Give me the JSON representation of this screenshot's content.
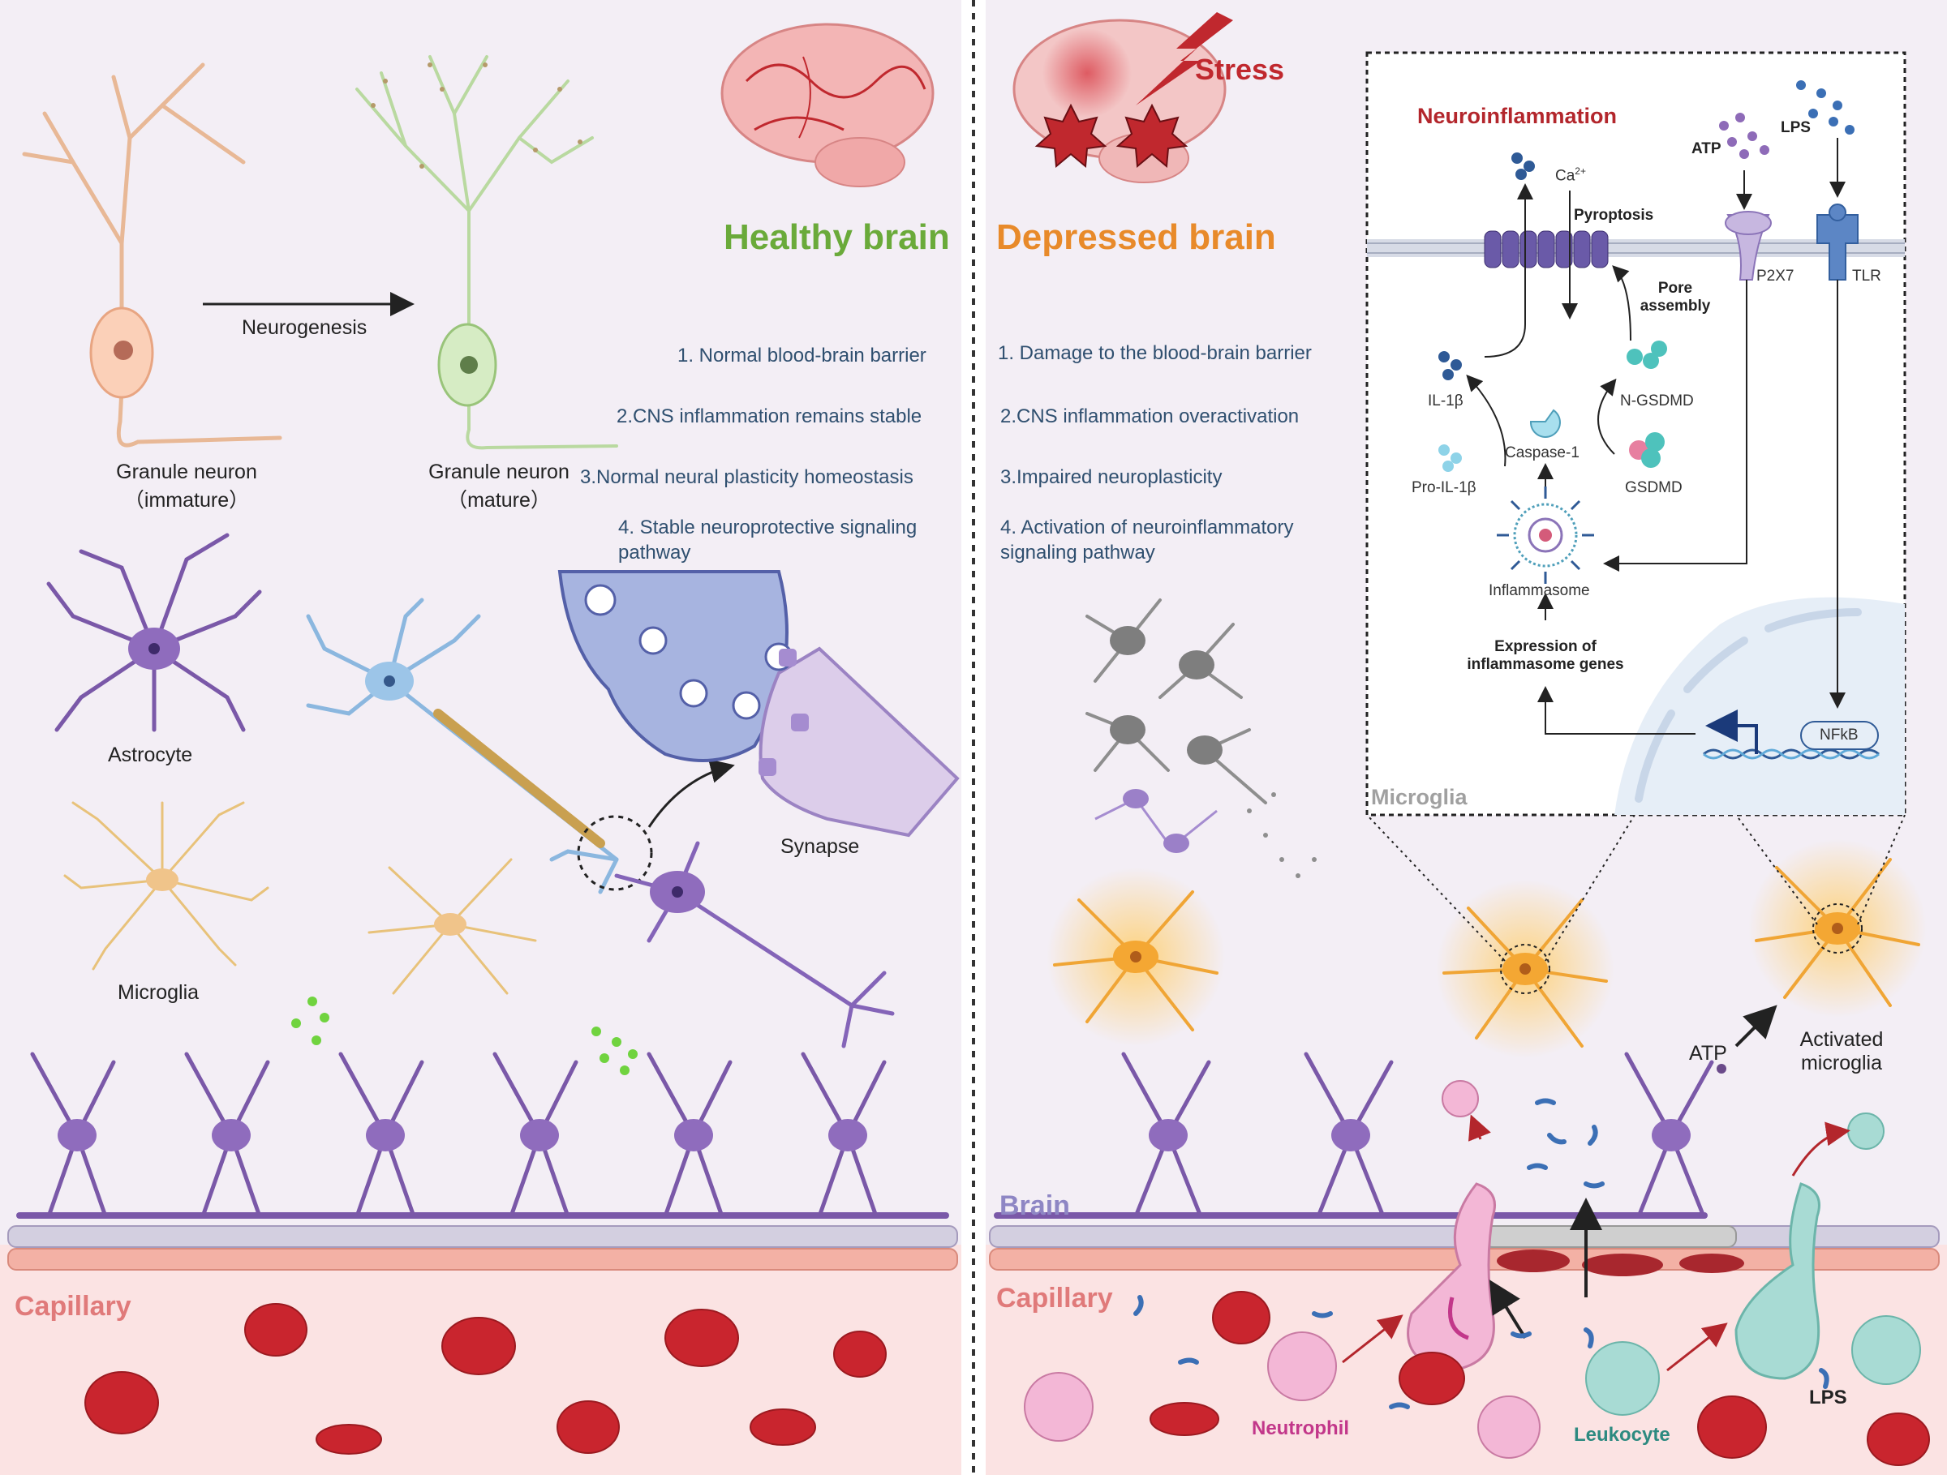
{
  "healthy": {
    "title": "Healthy brain",
    "neurogenesis": "Neurogenesis",
    "neuron_immature_l1": "Granule neuron",
    "neuron_immature_l2": "（immature）",
    "neuron_mature_l1": "Granule neuron",
    "neuron_mature_l2": "（mature）",
    "points": [
      "1. Normal blood-brain barrier",
      "2.CNS inflammation remains stable",
      "3.Normal neural plasticity homeostasis",
      "4. Stable neuroprotective signaling",
      "pathway"
    ],
    "astrocyte": "Astrocyte",
    "microglia": "Microglia",
    "synapse": "Synapse",
    "capillary": "Capillary"
  },
  "depressed": {
    "title": "Depressed brain",
    "stress": "Stress",
    "points": [
      "1. Damage to the blood-brain barrier",
      "2.CNS inflammation overactivation",
      "3.Impaired neuroplasticity",
      "4. Activation of neuroinflammatory",
      "signaling pathway"
    ],
    "brain": "Brain",
    "capillary": "Capillary",
    "atp": "ATP",
    "activated_l1": "Activated",
    "activated_l2": "microglia",
    "neutrophil": "Neutrophil",
    "leukocyte": "Leukocyte",
    "lps": "LPS"
  },
  "inset": {
    "title": "Neuroinflammation",
    "atp": "ATP",
    "lps": "LPS",
    "ca": "Ca",
    "ca_sup": "2+",
    "pyroptosis": "Pyroptosis",
    "p2x7": "P2X7",
    "tlr": "TLR",
    "pore_l1": "Pore",
    "pore_l2": "assembly",
    "il1b": "IL-1β",
    "n_gsdmd": "N-GSDMD",
    "caspase": "Caspase-1",
    "pro_il1b": "Pro-IL-1β",
    "gsdmd": "GSDMD",
    "inflammasome": "Inflammasome",
    "expr_l1": "Expression of",
    "expr_l2": "inflammasome genes",
    "nfkb": "NFkB",
    "microglia": "Microglia"
  },
  "colors": {
    "panel_bg": "#f3eef5",
    "capillary_bg": "#fbe3e3",
    "healthy_green": "#6aaa3a",
    "depressed_orange": "#e88a2a",
    "stress_red": "#c0282e",
    "inflam_red": "#b3262c",
    "astro_purple": "#7a58a8",
    "neutrophil_pink": "#c2378a",
    "leukocyte_teal": "#2d8a80",
    "point_blue": "#2f4f6f"
  }
}
